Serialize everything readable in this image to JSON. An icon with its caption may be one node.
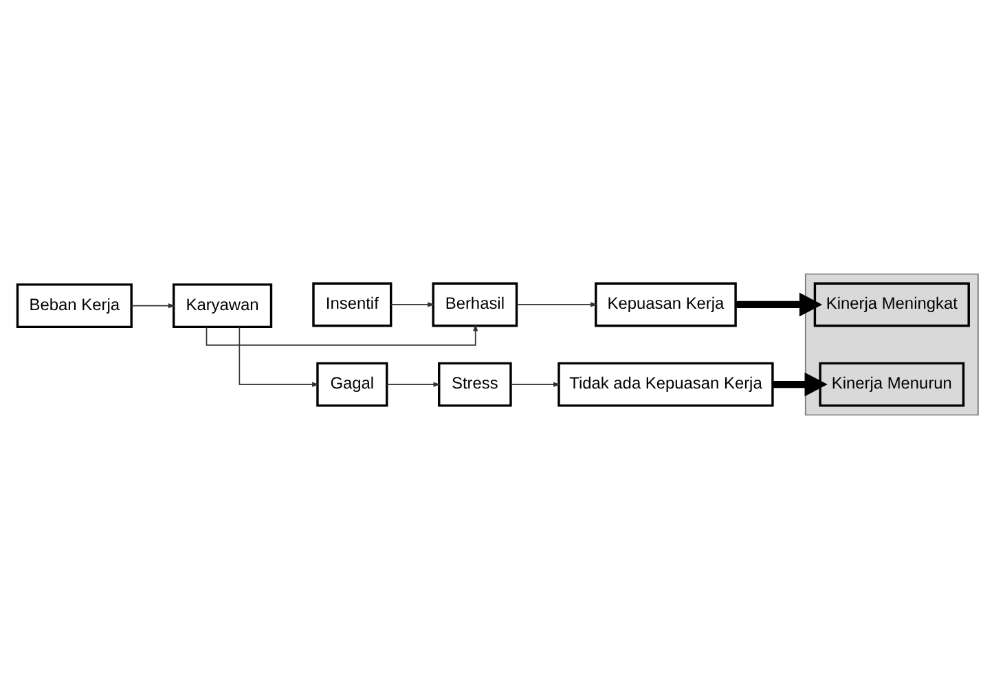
{
  "diagram": {
    "nodes": [
      {
        "text": [
          "Beban Kerja"
        ]
      },
      {
        "text": [
          "Insentif"
        ]
      },
      {
        "text": [
          "Karyawan"
        ]
      },
      {
        "text": [
          "Berhasil"
        ]
      },
      {
        "text": [
          "Kepuasan Kerja"
        ]
      },
      {
        "text": [
          "Gagal"
        ]
      },
      {
        "text": [
          "Stress"
        ]
      },
      {
        "text": [
          "Tidak ada Kepuasan Kerja"
        ]
      },
      {
        "text": [],
        "shape": "box"
      },
      {
        "text": [
          "Kinerja Meningkat"
        ],
        "in": 8
      },
      {
        "text": [
          "Kinerja Menurun"
        ],
        "in": 8
      }
    ],
    "edges": [
      {
        "from": 0,
        "to": 2,
        "arrow": "to"
      },
      {
        "from": 1,
        "to": 3,
        "arrow": "to"
      },
      {
        "from": 2,
        "to": 3,
        "arrow": "to"
      },
      {
        "from": 2,
        "to": 5,
        "arrow": "to"
      },
      {
        "from": 3,
        "to": 4,
        "arrow": "to"
      },
      {
        "from": 5,
        "to": 6,
        "arrow": "to"
      },
      {
        "from": 6,
        "to": 7,
        "arrow": "to"
      },
      {
        "from": 4,
        "to": 9,
        "arrow": "to",
        "style": "thick"
      },
      {
        "from": 7,
        "to": 10,
        "arrow": "to",
        "style": "thick"
      }
    ]
  }
}
